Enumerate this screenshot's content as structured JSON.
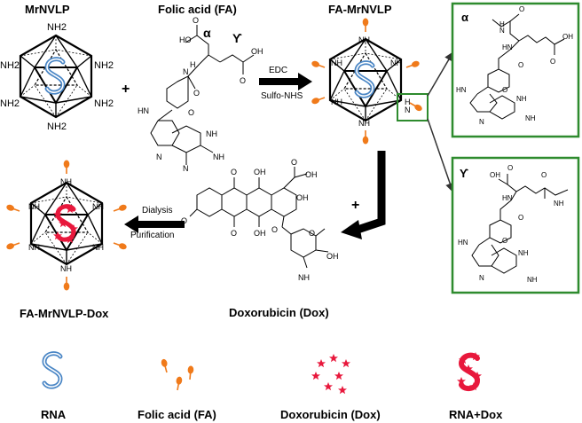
{
  "titles": {
    "mrnvlp": "MrNVLP",
    "folic_acid": "Folic acid (FA)",
    "fa_mrnvlp": "FA-MrNVLP",
    "fa_mrnvlp_dox": "FA-MrNVLP-Dox",
    "doxorubicin": "Doxorubicin (Dox)"
  },
  "groups": {
    "amine": "NH2",
    "amine_sub": "2",
    "nh": "N",
    "h": "H",
    "hn": "HN",
    "nh_label": "NH"
  },
  "reaction1": {
    "reagent1": "EDC",
    "reagent2": "Sulfo-NHS"
  },
  "reaction2": {
    "step1": "Dialysis",
    "step2": "Purification"
  },
  "plus": "+",
  "greek": {
    "alpha": "α",
    "gamma": "ϒ"
  },
  "atoms": {
    "o": "O",
    "oh": "OH",
    "ho": "HO",
    "n": "N",
    "nh": "NH",
    "hn": "HN",
    "nh2": "NH",
    "sub2": "2",
    "h": "H"
  },
  "legend": {
    "rna": "RNA",
    "fa": "Folic acid (FA)",
    "dox": "Doxorubicin (Dox)",
    "rna_dox": "RNA+Dox"
  },
  "colors": {
    "green_box": "#2e8b2e",
    "orange": "#f07a1a",
    "rna_blue": "#4a86c5",
    "dox_red": "#e8183c"
  }
}
